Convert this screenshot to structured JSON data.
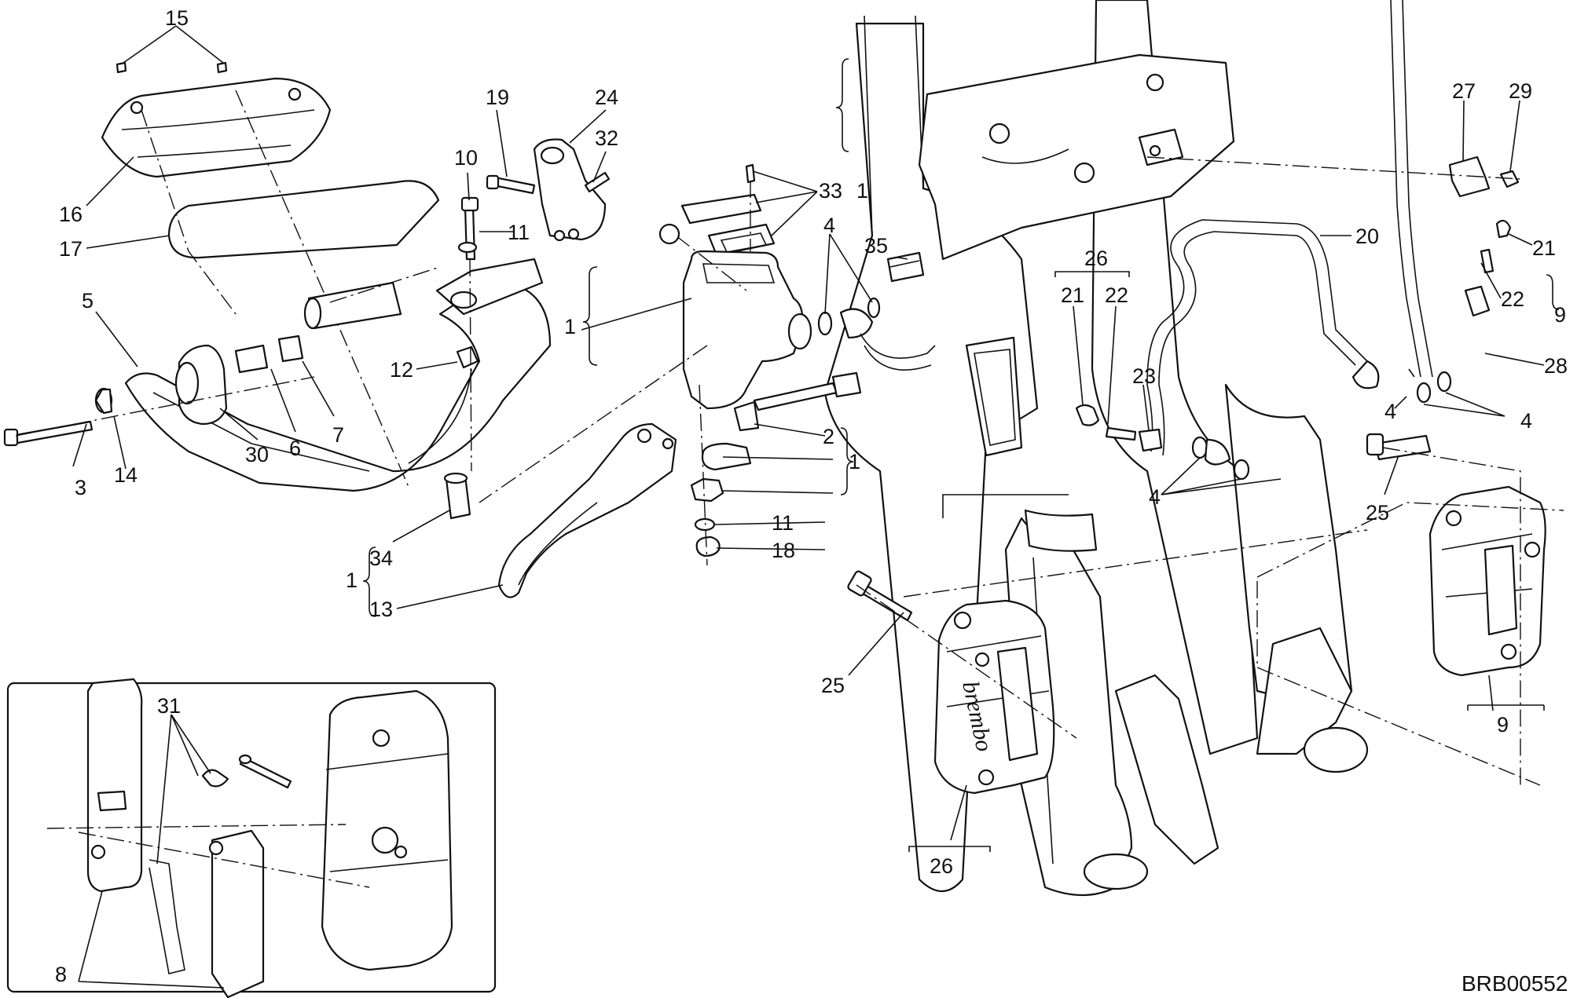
{
  "callouts": [
    {
      "id": "c15",
      "text": "15"
    },
    {
      "id": "c16",
      "text": "16"
    },
    {
      "id": "c17",
      "text": "17"
    },
    {
      "id": "c5",
      "text": "5"
    },
    {
      "id": "c3",
      "text": "3"
    },
    {
      "id": "c14",
      "text": "14"
    },
    {
      "id": "c30",
      "text": "30"
    },
    {
      "id": "c6",
      "text": "6"
    },
    {
      "id": "c7",
      "text": "7"
    },
    {
      "id": "c10",
      "text": "10"
    },
    {
      "id": "c11a",
      "text": "11"
    },
    {
      "id": "c12",
      "text": "12"
    },
    {
      "id": "c34",
      "text": "34"
    },
    {
      "id": "c13",
      "text": "13"
    },
    {
      "id": "c1d",
      "text": "1"
    },
    {
      "id": "c19",
      "text": "19"
    },
    {
      "id": "c24",
      "text": "24"
    },
    {
      "id": "c32",
      "text": "32"
    },
    {
      "id": "c33",
      "text": "33"
    },
    {
      "id": "c1a",
      "text": "1"
    },
    {
      "id": "c1b",
      "text": "1"
    },
    {
      "id": "c4a",
      "text": "4"
    },
    {
      "id": "c35",
      "text": "35"
    },
    {
      "id": "c2",
      "text": "2"
    },
    {
      "id": "c1c",
      "text": "1"
    },
    {
      "id": "c11b",
      "text": "11"
    },
    {
      "id": "c18",
      "text": "18"
    },
    {
      "id": "c26a",
      "text": "26"
    },
    {
      "id": "c21a",
      "text": "21"
    },
    {
      "id": "c22a",
      "text": "22"
    },
    {
      "id": "c23",
      "text": "23"
    },
    {
      "id": "c20",
      "text": "20"
    },
    {
      "id": "c4b",
      "text": "4"
    },
    {
      "id": "c27",
      "text": "27"
    },
    {
      "id": "c29",
      "text": "29"
    },
    {
      "id": "c21b",
      "text": "21"
    },
    {
      "id": "c22b",
      "text": "22"
    },
    {
      "id": "c9a",
      "text": "9"
    },
    {
      "id": "c28",
      "text": "28"
    },
    {
      "id": "c4c",
      "text": "4"
    },
    {
      "id": "c4d",
      "text": "4"
    },
    {
      "id": "c25a",
      "text": "25"
    },
    {
      "id": "c25b",
      "text": "25"
    },
    {
      "id": "c9b",
      "text": "9"
    },
    {
      "id": "c26b",
      "text": "26"
    },
    {
      "id": "c31",
      "text": "31"
    },
    {
      "id": "c8",
      "text": "8"
    }
  ],
  "caliper_brand": "brembo",
  "drawing_code": "BRB00552"
}
